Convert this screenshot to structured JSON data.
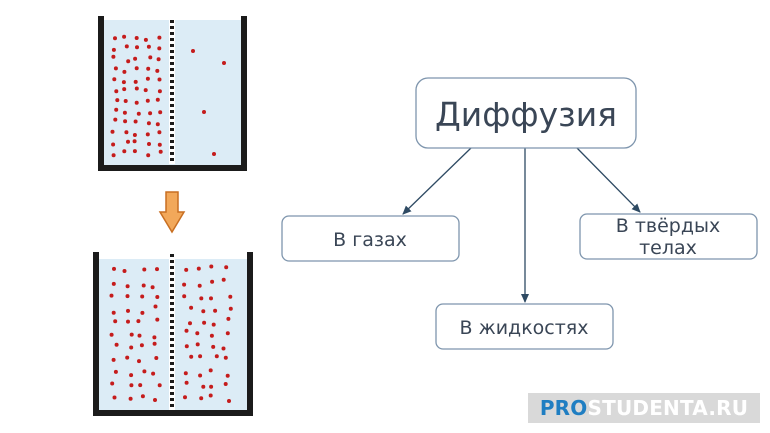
{
  "diagram": {
    "root": "Диффузия",
    "children": [
      {
        "key": "gases",
        "label": "В газах"
      },
      {
        "key": "liquids",
        "label": "В жидкостях"
      },
      {
        "key": "solids",
        "line1": "В твёрдых",
        "line2": "телах"
      }
    ]
  },
  "watermark": {
    "part1": "PRO",
    "part2": "STUDENTA.RU"
  },
  "colors": {
    "water": "#dcecf6",
    "vessel": "#1b1b1b",
    "particle": "#c51c1c",
    "arrow_fill": "#f2a85a",
    "arrow_stroke": "#c86f22",
    "box_border": "#7e95ad",
    "connector": "#2e4a63"
  }
}
